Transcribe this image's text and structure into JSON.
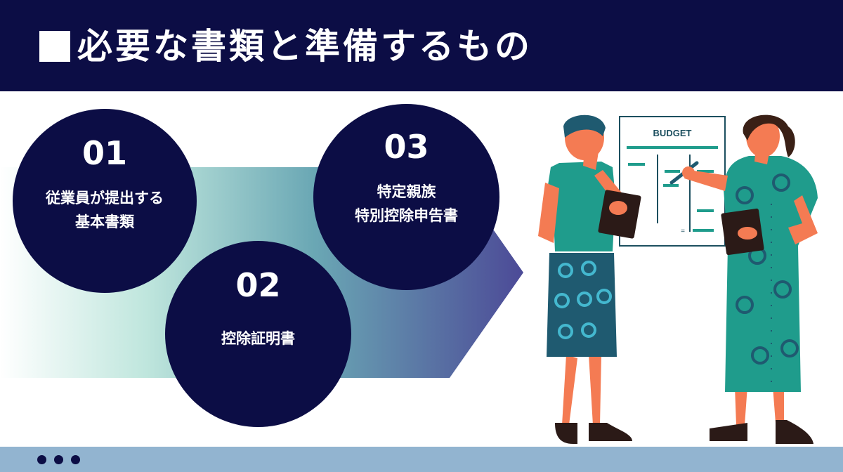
{
  "header": {
    "title": "必要な書類と準備するもの"
  },
  "items": [
    {
      "number": "01",
      "label_lines": [
        "従業員が提出する",
        "基本書類"
      ]
    },
    {
      "number": "02",
      "label_lines": [
        "控除証明書"
      ]
    },
    {
      "number": "03",
      "label_lines": [
        "特定親族",
        "特別控除申告書"
      ]
    }
  ],
  "illustration": {
    "board_title": "BUDGET",
    "equals_sign": "="
  },
  "colors": {
    "navy": "#0c0d45",
    "teal": "#1f9c8c",
    "arrow_start": "#bfe6dd",
    "arrow_end": "#4c4a97",
    "footer": "#92b4d0"
  },
  "footer": {
    "dots": 3
  }
}
